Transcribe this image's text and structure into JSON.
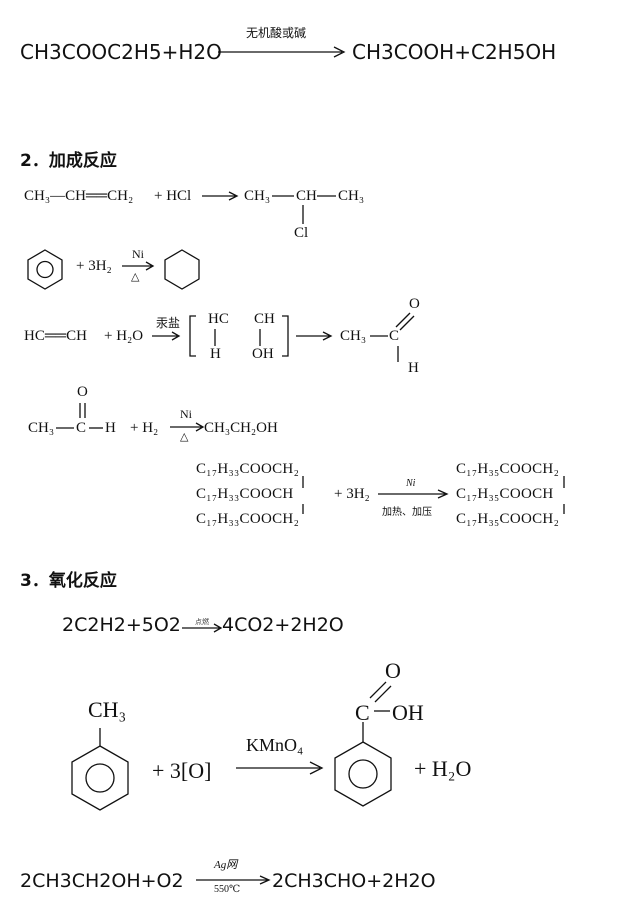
{
  "eq_ester_hydrolysis": {
    "left": "CH3COOC2H5+H2O",
    "condition": "无机酸或碱",
    "right": "CH3COOH+C2H5OH"
  },
  "section_addition": {
    "number": "2．",
    "title": "加成反应"
  },
  "eq_propene_hcl": {
    "reactant": "CH₃—CH══CH₂",
    "plus": "+ HCl",
    "p_ch3_left": "CH₃",
    "p_ch": "CH",
    "p_ch3_right": "CH₃",
    "p_cl": "Cl"
  },
  "eq_benzene_h2": {
    "plus": "+ 3H₂",
    "catalyst": "Ni",
    "condition": "△"
  },
  "eq_acetylene_water": {
    "reactant": "HC══CH",
    "plus": "+ H₂O",
    "catalyst": "汞盐",
    "int_hc": "HC",
    "int_ch": "CH",
    "int_h": "H",
    "int_oh": "OH",
    "p_ch3": "CH₃",
    "p_c": "C",
    "p_o": "O",
    "p_h": "H"
  },
  "eq_acetaldehyde_h2": {
    "r_o": "O",
    "r_ch3": "CH₃",
    "r_c": "C",
    "r_h": "H",
    "plus": "+ H₂",
    "catalyst": "Ni",
    "condition": "△",
    "product": "CH₃CH₂OH"
  },
  "eq_oil_hydrogenation": {
    "r1": "C₁₇H₃₃COOCH₂",
    "r2": "C₁₇H₃₃COOCH",
    "r3": "C₁₇H₃₃COOCH₂",
    "plus": "+ 3H₂",
    "catalyst": "Ni",
    "condition": "加热、加压",
    "p1": "C₁₇H₃₅COOCH₂",
    "p2": "C₁₇H₃₅COOCH",
    "p3": "C₁₇H₃₅COOCH₂"
  },
  "section_oxidation": {
    "number": "3．",
    "title": "氧化反应"
  },
  "eq_acetylene_combustion": {
    "left": "2C2H2+5O2",
    "condition": "点燃",
    "right": "4CO2+2H2O"
  },
  "eq_toluene_oxidation": {
    "substituent": "CH₃",
    "plus": "+ 3[O]",
    "reagent": "KMnO₄",
    "p_o": "O",
    "p_c": "C",
    "p_oh": "OH",
    "water": "+ H₂O"
  },
  "eq_ethanol_oxidation": {
    "left": "2CH3CH2OH+O2",
    "catalyst": "Ag网",
    "condition": "550℃",
    "right": "2CH3CHO+2H2O"
  }
}
